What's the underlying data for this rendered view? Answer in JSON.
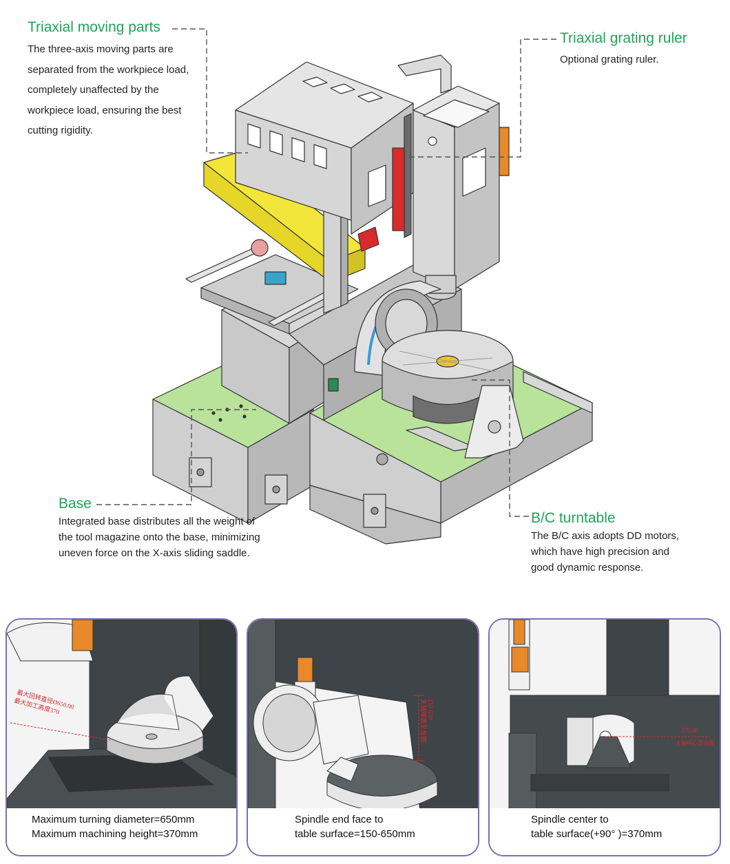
{
  "callouts": {
    "moving_parts": {
      "title": "Triaxial moving parts",
      "lines": [
        "The three-axis moving parts are",
        "separated from the workpiece load,",
        "completely unaffected by the",
        "workpiece load, ensuring the best",
        "cutting rigidity."
      ]
    },
    "grating_ruler": {
      "title": "Triaxial grating ruler",
      "lines": [
        "Optional grating ruler."
      ]
    },
    "base": {
      "title": "Base",
      "lines": [
        "Integrated base distributes all the weight of",
        "the tool magazine onto the base, minimizing",
        "uneven force on the X-axis sliding saddle."
      ]
    },
    "turntable": {
      "title": "B/C turntable",
      "lines": [
        "The B/C axis adopts DD motors,",
        "which have high precision and",
        "good dynamic response."
      ]
    }
  },
  "panels": [
    {
      "caption": [
        "Maximum turning diameter=650mm",
        "Maximum machining height=370mm"
      ],
      "annotations": [
        "最大回转直径Ø650.00",
        "最大加工高度370"
      ]
    },
    {
      "caption": [
        "Spindle end face to",
        "table surface=150-650mm"
      ],
      "annotations": [
        "150-650",
        "主轴端面至台面"
      ]
    },
    {
      "caption": [
        "Spindle center to",
        "table surface(+90°  )=370mm"
      ],
      "annotations": [
        "370.00",
        "主轴中心至台面"
      ]
    }
  ],
  "colors": {
    "callout_green": "#1fa35a",
    "panel_border": "#7b6fb0",
    "machine_gray": "#c8c8c8",
    "base_green": "#b9e29a",
    "rail_yellow": "#f2e63a",
    "accent_red": "#d92b2b",
    "motor_orange": "#e8892a"
  }
}
